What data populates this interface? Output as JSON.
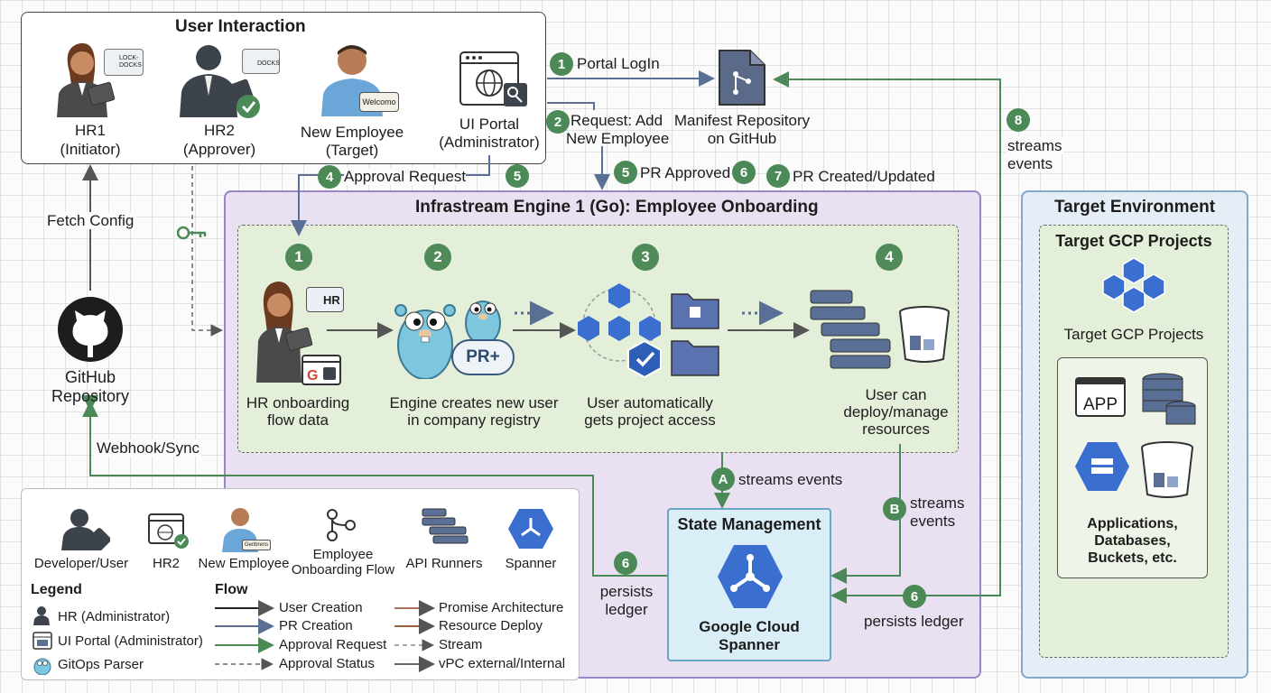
{
  "user_interaction": {
    "title": "User Interaction",
    "hr1": {
      "name": "HR1",
      "role": "(Initiator)",
      "badge": "LOCK-\nDOCKS"
    },
    "hr2": {
      "name": "HR2",
      "role": "(Approver)",
      "badge": "DOCKS"
    },
    "new_employee": {
      "name": "New Employee",
      "role": "(Target)",
      "badge": "Welcomo"
    },
    "ui_portal": {
      "name": "UI Portal",
      "role": "(Administrator)"
    }
  },
  "manifest_repo": {
    "line1": "Manifest Repository",
    "line2": "on GitHub"
  },
  "github_repo": {
    "line1": "GitHub",
    "line2": "Repository"
  },
  "flows": {
    "portal_login": {
      "num": "1",
      "label": "Portal LogIn"
    },
    "request_add": {
      "num": "2",
      "line1": "Request: Add",
      "line2": "New Employee"
    },
    "approval_request": {
      "num": "4",
      "label": "Approval Request"
    },
    "step5_left": "5",
    "pr_approved": {
      "num": "5",
      "label": "PR Approved",
      "num2": "6"
    },
    "pr_created": {
      "num": "7",
      "label": "PR Created/Updated"
    },
    "streams_top": {
      "num": "8",
      "line1": "streams",
      "line2": "events"
    },
    "fetch_config": "Fetch Config",
    "webhook_sync": "Webhook/Sync",
    "streams_a": {
      "num": "A",
      "label": "streams events"
    },
    "streams_b": {
      "num": "B",
      "line1": "streams",
      "line2": "events"
    },
    "persists_left": {
      "num": "6",
      "line1": "persists",
      "line2": "ledger"
    },
    "persists_right": {
      "num": "6",
      "label": "persists ledger"
    }
  },
  "engine": {
    "title": "Infrastream Engine 1 (Go): Employee Onboarding",
    "steps": [
      {
        "num": "1",
        "line1": "HR onboarding",
        "line2": "flow data",
        "badge": "HR"
      },
      {
        "num": "2",
        "line1": "Engine creates new user",
        "line2": "in company registry",
        "pr": "PR+"
      },
      {
        "num": "3",
        "line1": "User automatically",
        "line2": "gets project access"
      },
      {
        "num": "4",
        "line1": "User can",
        "line2": "deploy/manage",
        "line3": "resources"
      }
    ]
  },
  "state": {
    "title": "State Management",
    "line1": "Google Cloud",
    "line2": "Spanner"
  },
  "target": {
    "title": "Target Environment",
    "inner_title": "Target GCP Projects",
    "projects_label": "Target GCP Projects",
    "app_label": "APP",
    "resources": {
      "line1": "Applications,",
      "line2": "Databases,",
      "line3": "Buckets, etc."
    }
  },
  "legend": {
    "icons": [
      {
        "label": "Developer/User"
      },
      {
        "label": "HR2"
      },
      {
        "label": "New Employee",
        "badge": "Genbrens"
      },
      {
        "label": "Employee\nOnboarding Flow"
      },
      {
        "label": "API Runners"
      },
      {
        "label": "Spanner"
      }
    ],
    "legend_title": "Legend",
    "legend_items": [
      "HR (Administrator)",
      "UI Portal (Administrator)",
      "GitOps Parser"
    ],
    "flow_title": "Flow",
    "flow_col1": [
      "User Creation",
      "PR Creation",
      "Approval Request",
      "Approval Status"
    ],
    "flow_col2": [
      "Promise Architecture",
      "Resource Deploy",
      "Stream",
      "vPC external/Internal"
    ]
  },
  "colors": {
    "green": "#4b8a57",
    "engine_bg": "#e9e1f2",
    "engine_border": "#9a86c6",
    "inner_bg": "#e4efd9",
    "target_bg": "#e5edf7",
    "target_border": "#86a6cc",
    "spanner_blue": "#3b6fcf"
  }
}
